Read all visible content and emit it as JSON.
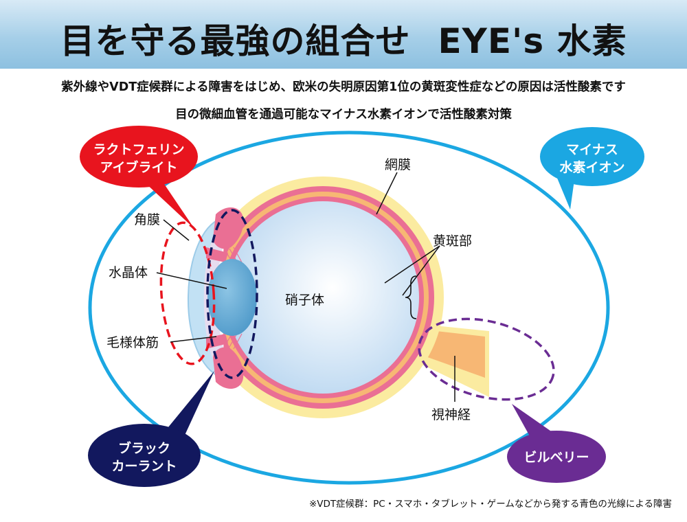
{
  "header": {
    "title_main": "目を守る最強の組合せ",
    "title_product": "EYE's 水素"
  },
  "subtitle_1": "紫外線やVDT症候群による障害をはじめ、欧米の失明原因第1位の黄斑変性症などの原因は活性酸素です",
  "subtitle_2": "目の微細血管を通過可能なマイナス水素イオンで活性酸素対策",
  "labels": {
    "cornea": "角膜",
    "lens": "水晶体",
    "ciliary": "毛様体筋",
    "vitreous": "硝子体",
    "retina": "網膜",
    "macula": "黄斑部",
    "optic_nerve": "視神経"
  },
  "bubbles": {
    "lactoferrin": {
      "line1": "ラクトフェリン",
      "line2": "アイブライト",
      "color": "#e8141e"
    },
    "hydrogen": {
      "line1": "マイナス",
      "line2": "水素イオン",
      "color": "#1ba7e2"
    },
    "blackcurrant": {
      "line1": "ブラック",
      "line2": "カーラント",
      "color": "#12185e"
    },
    "bilberry": {
      "line1": "ビルベリー",
      "color": "#6a2c93"
    }
  },
  "colors": {
    "outer_ellipse": "#1ba7e2",
    "sclera": "#fbeba0",
    "choroid": "#ea6f94",
    "retina_band": "#f7b774",
    "vitreous": "#e6f1fb",
    "lens": "#5fa9d3",
    "cornea": "#c2e1f4"
  },
  "footnote": "※VDT症候群：PC・スマホ・タブレット・ゲームなどから発する青色の光線による障害"
}
